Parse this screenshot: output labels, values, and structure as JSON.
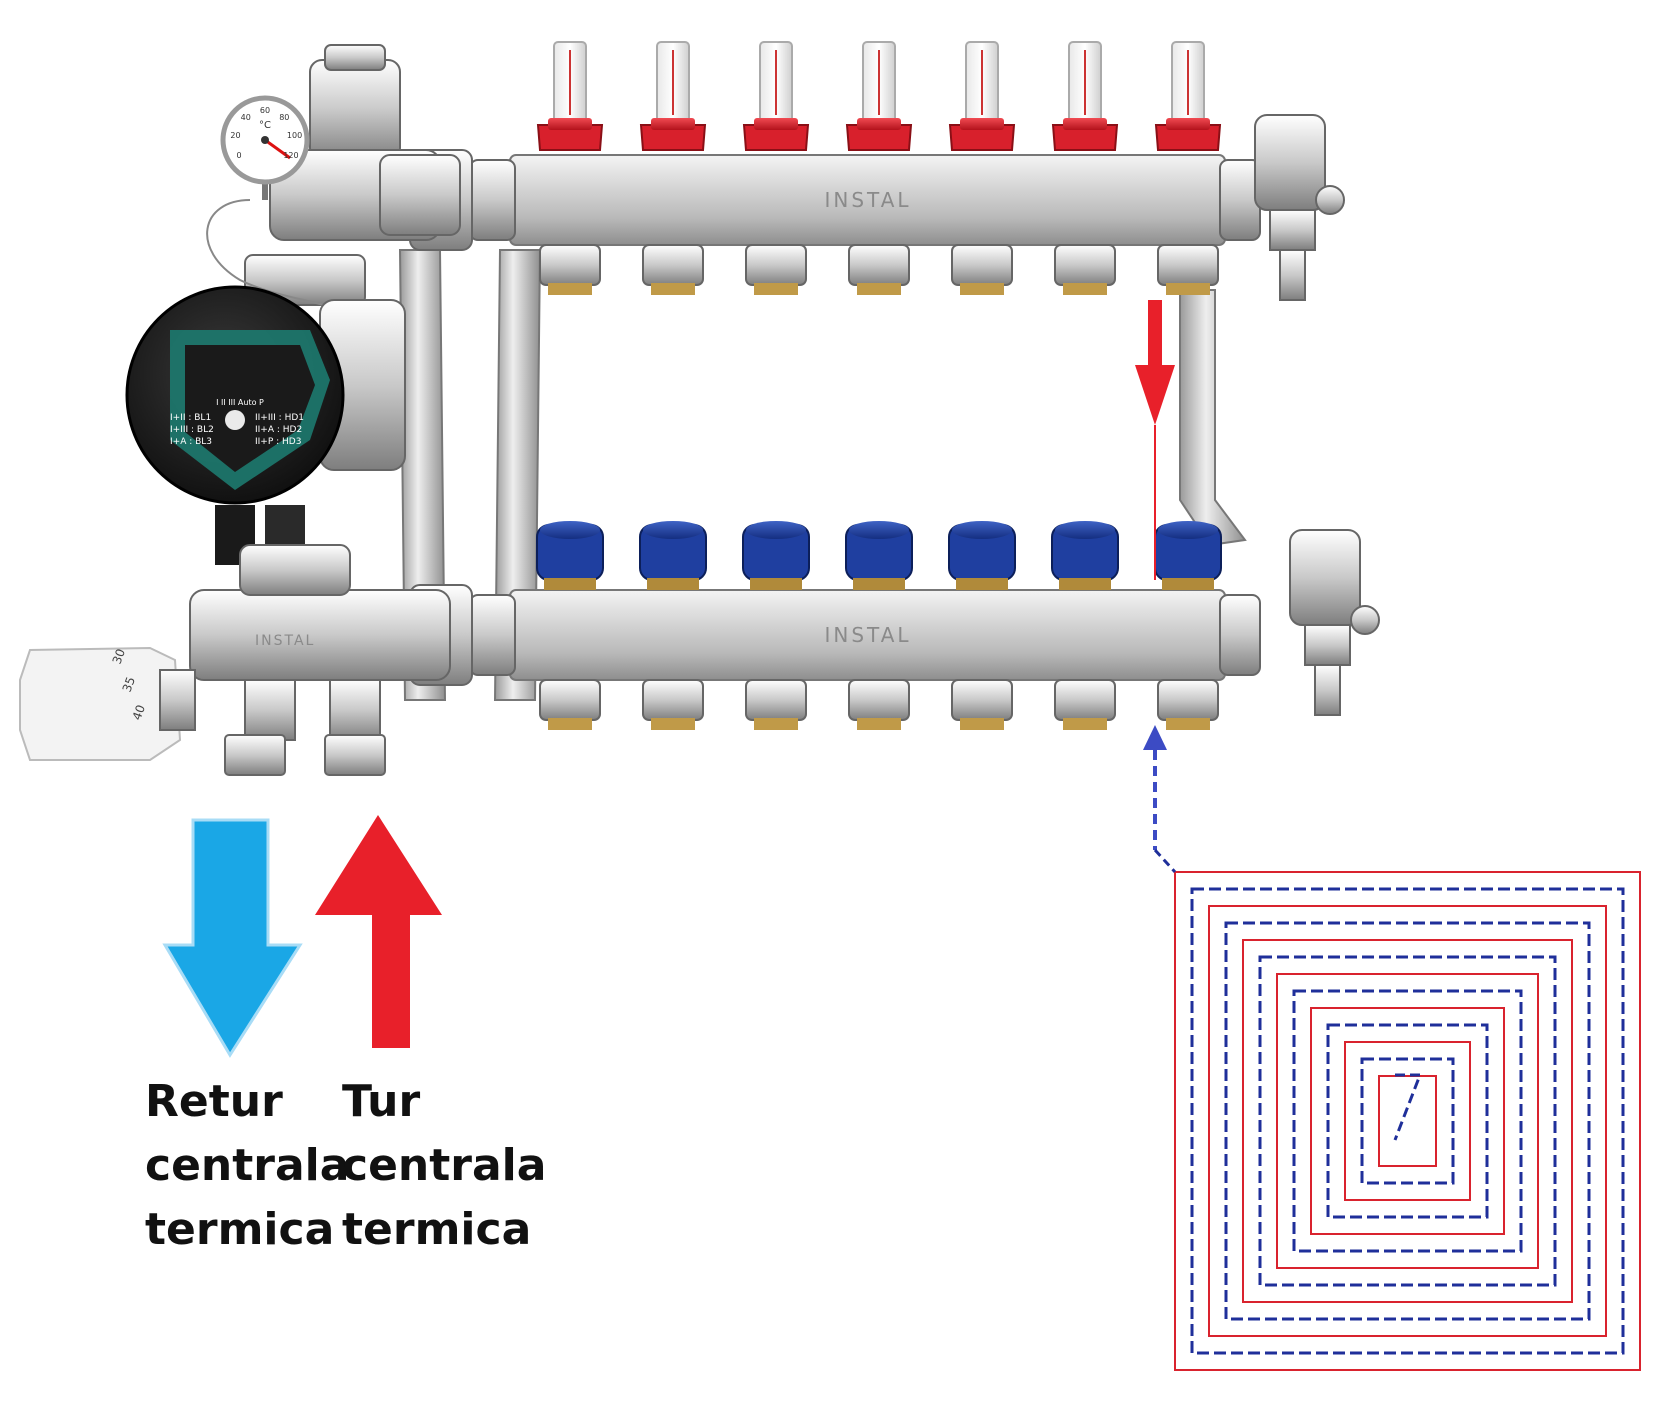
{
  "manifold": {
    "brand_top": "INSTAL",
    "brand_bottom": "INSTAL",
    "brand_mixer": "INSTAL",
    "circuits": 7
  },
  "pump": {
    "left_modes": [
      "I+II : BL1",
      "I+III : BL2",
      "I+A : BL3"
    ],
    "right_modes": [
      "II+III : HD1",
      "II+A : HD2",
      "II+P : HD3"
    ],
    "top_modes": "I   II   III  Auto  P"
  },
  "thermometer": {
    "unit": "°C",
    "scale": [
      "0",
      "20",
      "40",
      "60",
      "80",
      "100",
      "120"
    ]
  },
  "thermostat_head": {
    "scale": [
      "30",
      "35",
      "40"
    ]
  },
  "arrows": [
    {
      "name": "return",
      "color": "#1aa7e6",
      "direction": "down"
    },
    {
      "name": "supply",
      "color": "#e8202a",
      "direction": "up"
    }
  ],
  "labels": {
    "return": [
      "Retur",
      "centrala",
      "termica"
    ],
    "supply": [
      "Tur",
      "centrala",
      "termica"
    ]
  },
  "loop": {
    "supply_color": "#d9232e",
    "return_color": "#1f2f9a"
  },
  "colors": {
    "flowmeter_cap": "#d8202c",
    "valve_cap": "#1f3fa0",
    "steel": "#c8c8c8"
  }
}
